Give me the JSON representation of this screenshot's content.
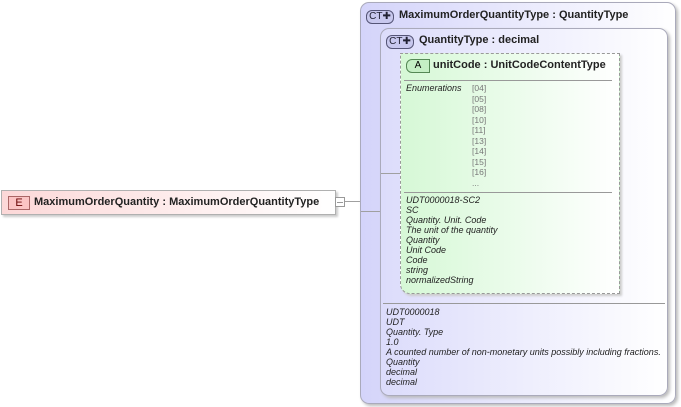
{
  "element": {
    "badge": "E",
    "name": "MaximumOrderQuantity",
    "type": "MaximumOrderQuantityType",
    "separator": " : "
  },
  "outer_type": {
    "badge": "CT",
    "name": "MaximumOrderQuantityType",
    "base": "QuantityType",
    "separator": " : ",
    "annotations": [
      "UDT0000018",
      "UDT",
      "Quantity. Type",
      "1.0",
      "A counted number of non-monetary units possibly including fractions.",
      "Quantity",
      "decimal",
      "decimal"
    ]
  },
  "inner_type": {
    "badge": "CT",
    "name": "QuantityType",
    "base": "decimal",
    "separator": " : "
  },
  "attribute": {
    "badge": "A",
    "name": "unitCode",
    "type": "UnitCodeContentType",
    "separator": " : ",
    "enumerations_label": "Enumerations",
    "enumerations": [
      "[04]",
      "[05]",
      "[08]",
      "[10]",
      "[11]",
      "[13]",
      "[14]",
      "[15]",
      "[16]",
      "..."
    ],
    "annotations": [
      "UDT0000018-SC2",
      "SC",
      "Quantity. Unit. Code",
      "The unit of the quantity",
      "Quantity",
      "Unit Code",
      "Code",
      "string",
      "normalizedString"
    ]
  }
}
